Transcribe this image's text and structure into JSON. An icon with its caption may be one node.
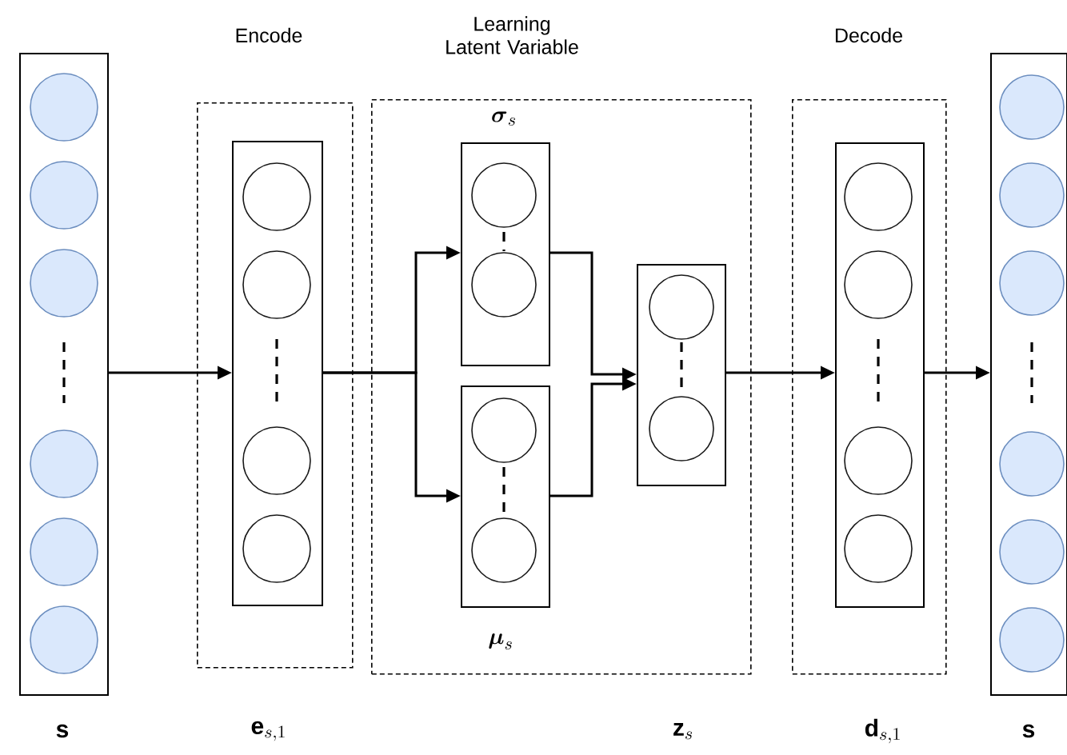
{
  "diagram": {
    "nodes": [
      {
        "text": [],
        "shape": "box",
        "beside": [
          "\\mathbf{s}"
        ]
      },
      {
        "text": [
          "Encode"
        ]
      },
      {
        "text": [],
        "shape": "box",
        "in": 1
      },
      {
        "text": [
          "Learning Latent Variable"
        ]
      },
      {
        "text": [],
        "shape": "box",
        "in": 3,
        "beside": [
          "\\boldsymbol{\\sigma}_s"
        ]
      },
      {
        "text": [],
        "shape": "box",
        "in": 3,
        "beside": [
          "\\boldsymbol{\\mu}_s"
        ]
      },
      {
        "text": [],
        "shape": "box",
        "in": 3
      },
      {
        "text": [
          "Decode"
        ]
      },
      {
        "text": [],
        "shape": "box",
        "in": 7
      },
      {
        "text": [],
        "shape": "box",
        "beside": [
          "\\mathbf{s}"
        ]
      }
    ],
    "edges": [
      {
        "from": 0,
        "to": 2,
        "arrow": "to"
      },
      {
        "from": 2,
        "to": 4,
        "arrow": "to"
      },
      {
        "from": 2,
        "to": 5,
        "arrow": "to"
      },
      {
        "from": 4,
        "to": 6,
        "arrow": "to"
      },
      {
        "from": 5,
        "to": 6,
        "arrow": "to"
      },
      {
        "from": 6,
        "to": 8,
        "arrow": "to"
      },
      {
        "from": 8,
        "to": 9,
        "arrow": "to"
      }
    ],
    "labels": [
      "\\mathbf{e}_{s,1}",
      "\\mathbf{z}_s",
      "\\mathbf{d}_{s,1}"
    ]
  }
}
